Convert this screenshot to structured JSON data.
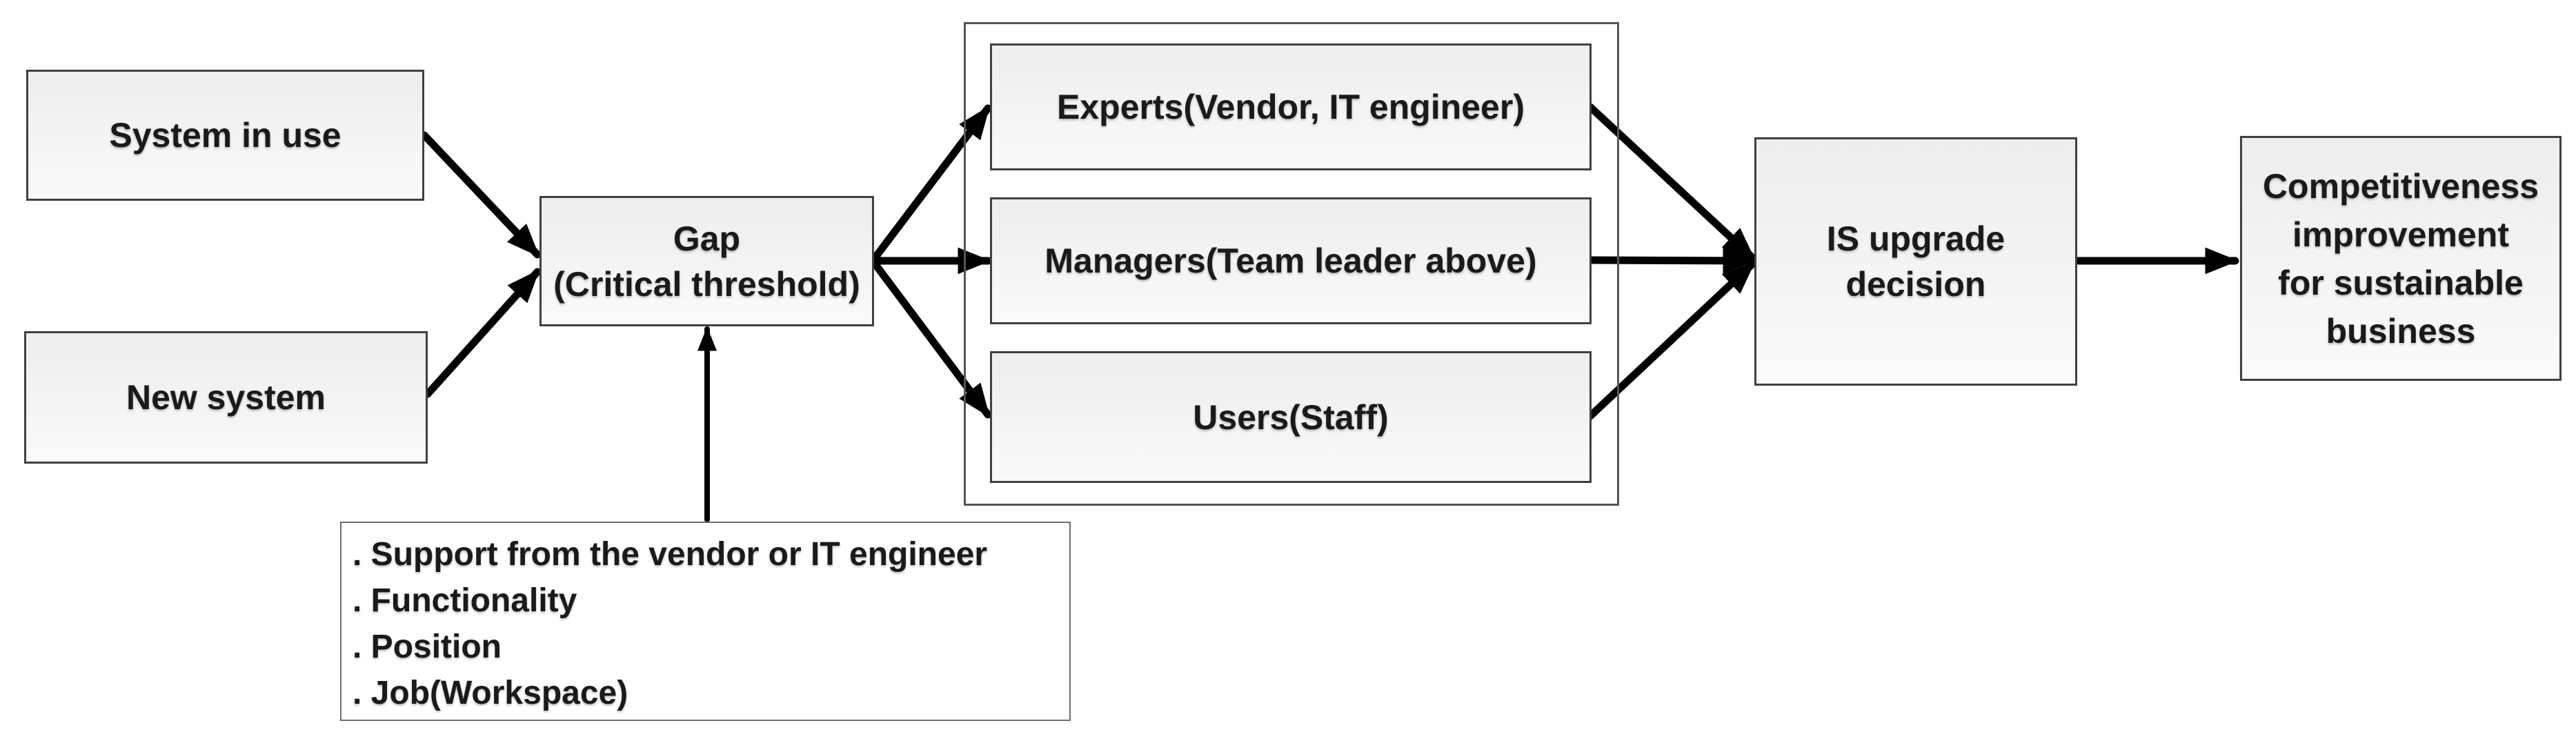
{
  "nodes": {
    "system_in_use": {
      "label": "System in use"
    },
    "new_system": {
      "label": "New system"
    },
    "gap": {
      "label": "Gap\n(Critical threshold)"
    },
    "experts": {
      "label": "Experts(Vendor, IT engineer)"
    },
    "managers": {
      "label": "Managers(Team leader above)"
    },
    "users": {
      "label": "Users(Staff)"
    },
    "is_upgrade_decision": {
      "label": "IS upgrade\ndecision"
    },
    "competitiveness": {
      "label": "Competitiveness\nimprovement\nfor sustainable\nbusiness"
    }
  },
  "gap_factors": {
    "items": [
      ". Support from the vendor or IT engineer",
      ". Functionality",
      ". Position",
      ". Job(Workspace)"
    ]
  },
  "edges": [
    {
      "from": "system_in_use",
      "to": "gap"
    },
    {
      "from": "new_system",
      "to": "gap"
    },
    {
      "from": "gap_factors",
      "to": "gap"
    },
    {
      "from": "gap",
      "to": "experts"
    },
    {
      "from": "gap",
      "to": "managers"
    },
    {
      "from": "gap",
      "to": "users"
    },
    {
      "from": "experts",
      "to": "is_upgrade_decision"
    },
    {
      "from": "managers",
      "to": "is_upgrade_decision"
    },
    {
      "from": "users",
      "to": "is_upgrade_decision"
    },
    {
      "from": "is_upgrade_decision",
      "to": "competitiveness"
    }
  ],
  "colors": {
    "background": "#ffffff",
    "box_fill_top": "#ededed",
    "box_fill_bottom": "#fafafa",
    "box_border": "#404040",
    "group_border": "#555555",
    "list_border": "#6e6e6e",
    "arrow": "#000000",
    "text": "#1a1a1a"
  }
}
